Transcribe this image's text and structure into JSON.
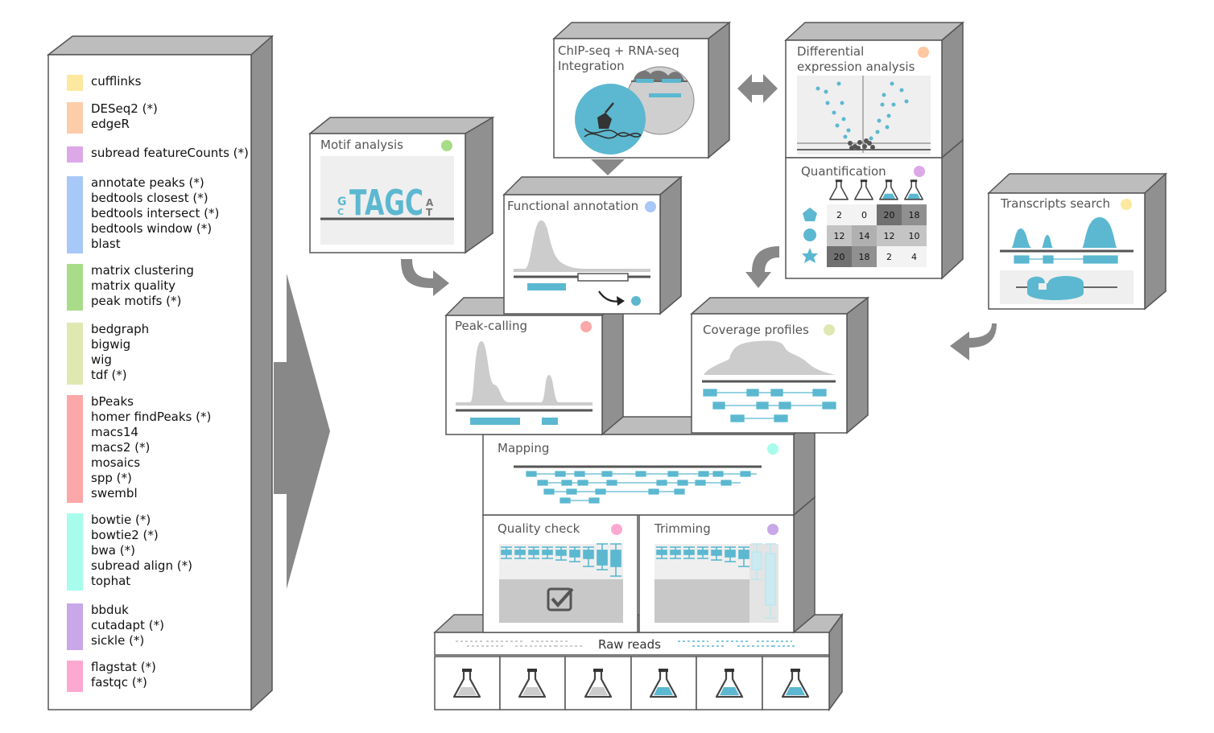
{
  "legend": {
    "groups": [
      {
        "color": "#fde8a0",
        "tools": [
          "cufflinks"
        ]
      },
      {
        "color": "#fdcca8",
        "tools": [
          "DESeq2 (*)",
          "edgeR"
        ]
      },
      {
        "color": "#dda8e8",
        "tools": [
          "subread featureCounts (*)"
        ]
      },
      {
        "color": "#a8c8f8",
        "tools": [
          "annotate peaks (*)",
          "bedtools closest (*)",
          "bedtools intersect (*)",
          "bedtools window (*)",
          "blast"
        ]
      },
      {
        "color": "#a8dc88",
        "tools": [
          "matrix clustering",
          "matrix quality",
          "peak motifs (*)"
        ]
      },
      {
        "color": "#dfe8b0",
        "tools": [
          "bedgraph",
          "bigwig",
          "wig",
          "tdf (*)"
        ]
      },
      {
        "color": "#fca8a8",
        "tools": [
          "bPeaks",
          "homer findPeaks (*)",
          "macs14",
          "macs2 (*)",
          "mosaics",
          "spp (*)",
          "swembl"
        ]
      },
      {
        "color": "#a8fcec",
        "tools": [
          "bowtie (*)",
          "bowtie2 (*)",
          "bwa (*)",
          "subread align (*)",
          "tophat"
        ]
      },
      {
        "color": "#c8a8e8",
        "tools": [
          "bbduk",
          "cutadapt (*)",
          "sickle (*)"
        ]
      },
      {
        "color": "#fca8d0",
        "tools": [
          "flagstat (*)",
          "fastqc (*)"
        ]
      }
    ]
  },
  "steps": {
    "integration": {
      "title_l1": "ChIP-seq + RNA-seq",
      "title_l2": "Integration"
    },
    "differential": {
      "title_l1": "Differential",
      "title_l2": "expression analysis",
      "color": "#fdc8a0"
    },
    "quantification": {
      "title": "Quantification",
      "color": "#dda8e8"
    },
    "motif": {
      "title": "Motif analysis",
      "color": "#a8dc88"
    },
    "functional": {
      "title": "Functional annotation",
      "color": "#a8c8f8"
    },
    "transcripts": {
      "title": "Transcripts search",
      "color": "#fde8a0"
    },
    "peak_calling": {
      "title": "Peak-calling",
      "color": "#fca8a8"
    },
    "coverage": {
      "title": "Coverage profiles",
      "color": "#dfe8b0"
    },
    "mapping": {
      "title": "Mapping",
      "color": "#a8fcec"
    },
    "quality": {
      "title": "Quality check",
      "color": "#fca8d0"
    },
    "trimming": {
      "title": "Trimming",
      "color": "#c8a8e8"
    },
    "raw_reads": {
      "title": "Raw reads"
    }
  },
  "quant_matrix": [
    [
      "2",
      "0",
      "20",
      "18"
    ],
    [
      "12",
      "14",
      "12",
      "10"
    ],
    [
      "20",
      "18",
      "2",
      "4"
    ]
  ],
  "motif_logo": {
    "main": "TAGC",
    "left_top": "G",
    "left_bottom": "C",
    "right_top": "A",
    "right_bottom": "T"
  },
  "colors": {
    "accent": "#5bb8d0",
    "box_side": "#909090",
    "box_top": "#bdbdbd",
    "panel_bg": "#efefef",
    "curve": "#cccccc"
  }
}
